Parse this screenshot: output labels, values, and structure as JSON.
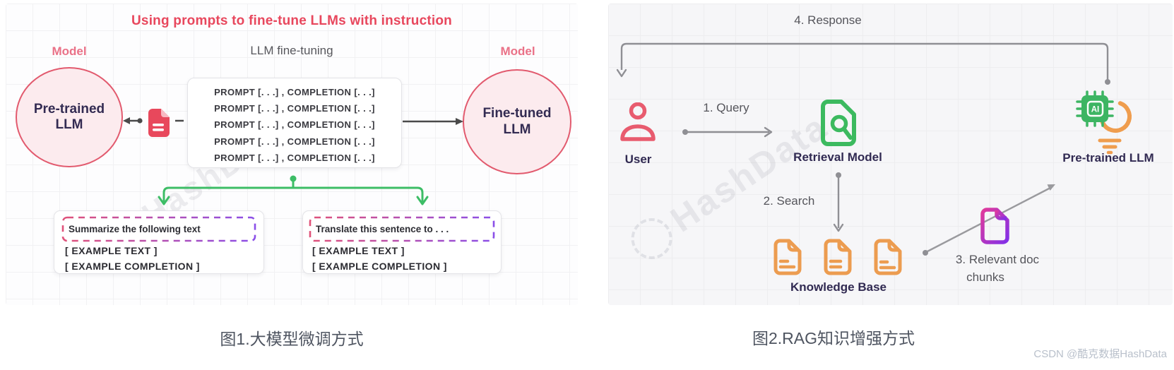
{
  "figure1": {
    "title": "Using prompts to fine-tune LLMs with instruction",
    "subtitle": "LLM fine-tuning",
    "model_label_left": "Model",
    "model_label_right": "Model",
    "pretrained_line1": "Pre-trained",
    "pretrained_line2": "LLM",
    "finetuned_line1": "Fine-tuned",
    "finetuned_line2": "LLM",
    "prompt_lines": [
      "PROMPT [. . .] , COMPLETION [. . .]",
      "PROMPT [. . .] , COMPLETION [. . .]",
      "PROMPT [. . .] , COMPLETION [. . .]",
      "PROMPT [. . .] , COMPLETION [. . .]",
      "PROMPT [. . .] , COMPLETION [. . .]"
    ],
    "example_left": {
      "instruction": "Summarize the following text",
      "line1": "[ EXAMPLE TEXT ]",
      "line2": "[ EXAMPLE COMPLETION ]"
    },
    "example_right": {
      "instruction": "Translate this sentence to . . .",
      "line1": "[ EXAMPLE TEXT ]",
      "line2": "[ EXAMPLE COMPLETION ]"
    },
    "caption": "图1.大模型微调方式"
  },
  "figure2": {
    "steps": {
      "query": "1. Query",
      "search": "2. Search",
      "relevant_line1": "3. Relevant doc",
      "relevant_line2": "chunks",
      "response": "4. Response"
    },
    "nodes": {
      "user": "User",
      "retrieval": "Retrieval Model",
      "knowledge": "Knowledge Base",
      "llm": "Pre-trained LLM",
      "ai_chip": "AI"
    },
    "caption": "图2.RAG知识增强方式"
  },
  "watermark": {
    "diagonal": "HashData",
    "credit": "CSDN @酷克数据HashData"
  },
  "colors": {
    "accent_pink": "#e8475d",
    "circle_border": "#e25a6e",
    "navy_text": "#332b52",
    "green": "#3dbd66",
    "orange": "#ec9c50",
    "purple_gradient_start": "#e03a9c",
    "purple_gradient_end": "#8230e8",
    "arrow_gray": "#8f8f94"
  }
}
